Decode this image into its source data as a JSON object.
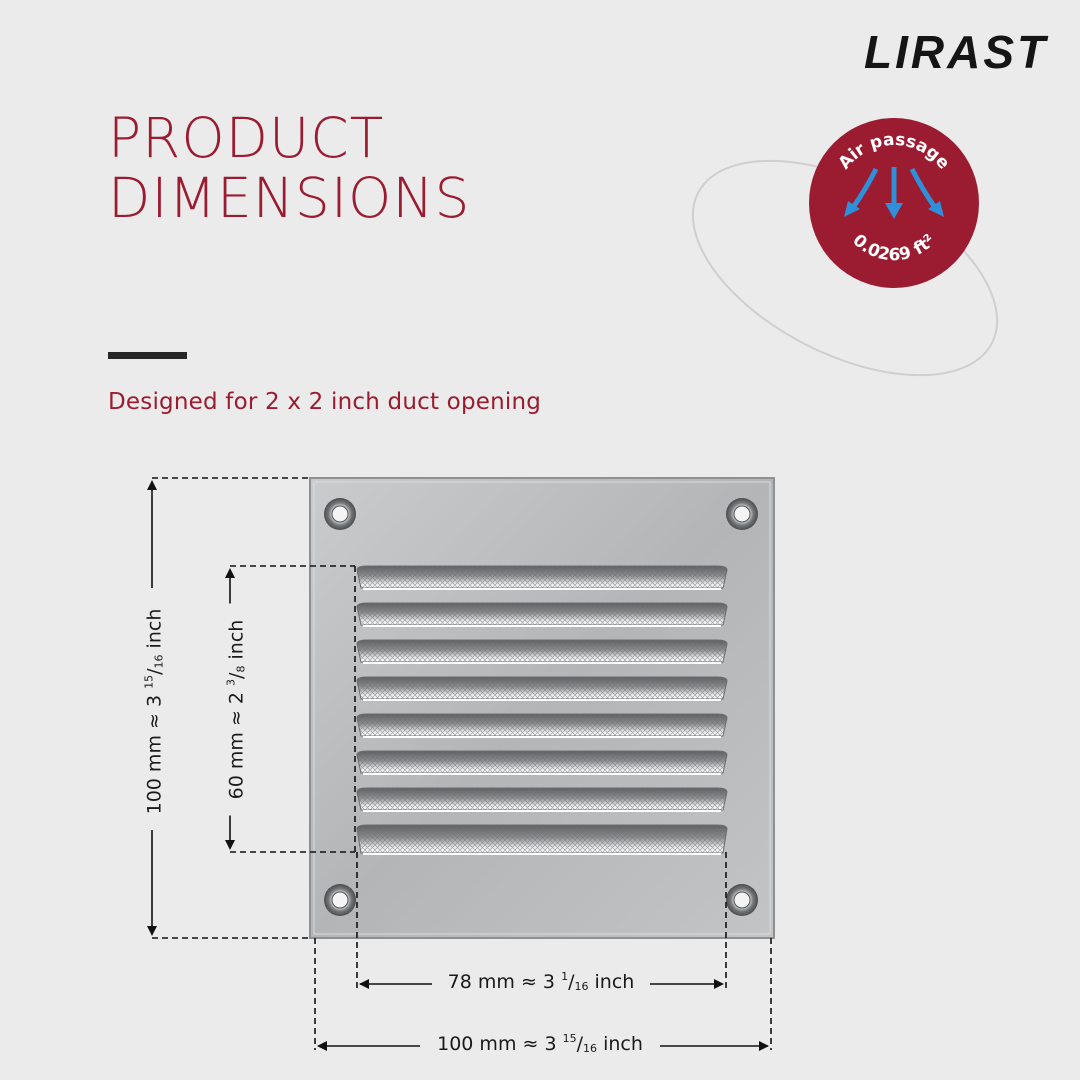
{
  "brand": {
    "logo_text": "LIRAST"
  },
  "headline": {
    "line1": "PRODUCT",
    "line2": "DIMENSIONS"
  },
  "subtitle": "Designed for 2 x 2 inch duct opening",
  "badge": {
    "top_text": "Air passage",
    "bottom_text": "0.0269 ft²",
    "color": "#9b1b30",
    "arrow_color": "#2f8fd8",
    "icon": "airflow-arrows-icon"
  },
  "dimensions": {
    "outer_height": {
      "mm": "100 mm",
      "approx": "≈",
      "inch_whole": "3",
      "inch_num": "15",
      "inch_den": "16",
      "unit": "inch"
    },
    "inner_height": {
      "mm": "60 mm",
      "approx": "≈",
      "inch_whole": "2",
      "inch_num": "3",
      "inch_den": "8",
      "unit": "inch"
    },
    "inner_width": {
      "mm": "78 mm",
      "approx": "≈",
      "inch_whole": "3",
      "inch_num": "1",
      "inch_den": "16",
      "unit": "inch"
    },
    "outer_width": {
      "mm": "100 mm",
      "approx": "≈",
      "inch_whole": "3",
      "inch_num": "15",
      "inch_den": "16",
      "unit": "inch"
    }
  },
  "product": {
    "louver_count": 8,
    "screw_count": 4,
    "material_color": "#b9bbbd"
  }
}
